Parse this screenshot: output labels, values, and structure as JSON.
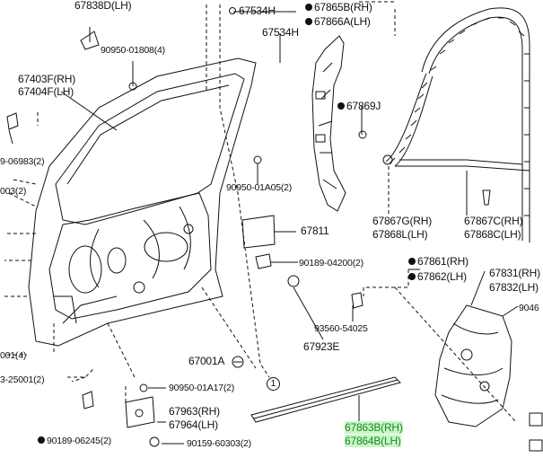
{
  "labels": {
    "p67838d": "67838D(LH)",
    "p67534h_top": "67534H",
    "p67865b": "67865B(RH)",
    "p67866a": "67866A(LH)",
    "p67534h_mid": "67534H",
    "p90950_01808": "90950-01808(4)",
    "p67403f": "67403F(RH)",
    "p67404f": "67404F(LH)",
    "p67869j": "67869J",
    "p90189_06983": "9-06983(2)",
    "p003": "003(2)",
    "p90950_01a05": "90950-01A05(2)",
    "p67811": "67811",
    "p67867g": "67867G(RH)",
    "p67868l": "67868L(LH)",
    "p67867c": "67867C(RH)",
    "p67868c": "67868C(LH)",
    "p67861": "67861(RH)",
    "p67862": "67862(LH)",
    "p90189_04200": "90189-04200(2)",
    "p67831": "67831(RH)",
    "p67832": "67832(LH)",
    "p9046": "9046",
    "p93560_54025": "93560-54025",
    "p67923e": "67923E",
    "p001": "001(4)",
    "p67001a": "67001A",
    "p25001": "3-25001(2)",
    "p90950_01a17": "90950-01A17(2)",
    "p67963": "67963(RH)",
    "p67964": "67964(LH)",
    "p90189_06245": "90189-06245(2)",
    "p90159_60303": "90159-60303(2)",
    "p67863b": "67863B(RH)",
    "p67864b": "67864B(LH)"
  },
  "callout_number": "1",
  "highlighted_parts": [
    "67863B(RH)",
    "67864B(LH)"
  ],
  "colors": {
    "line": "#111111",
    "highlight_text": "#1a8a1a",
    "highlight_bg": "#c9f5c9"
  }
}
